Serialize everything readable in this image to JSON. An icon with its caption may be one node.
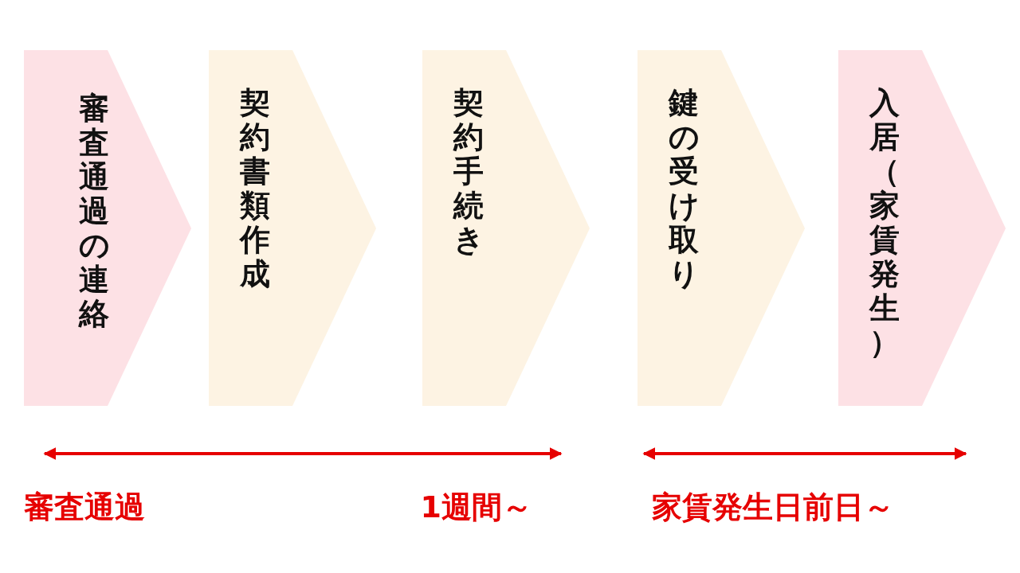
{
  "diagram": {
    "nodes": [
      {
        "text": [
          "審査通過の連絡"
        ]
      },
      {
        "text": [
          "契約書類作成"
        ]
      },
      {
        "text": [
          "契約手続き"
        ]
      },
      {
        "text": [
          "鍵の受け取り"
        ]
      },
      {
        "text": [
          "入居（家賃発生）"
        ]
      }
    ],
    "labels": [
      "審査通過",
      "1週間～",
      "家賃発生日前日～"
    ]
  }
}
